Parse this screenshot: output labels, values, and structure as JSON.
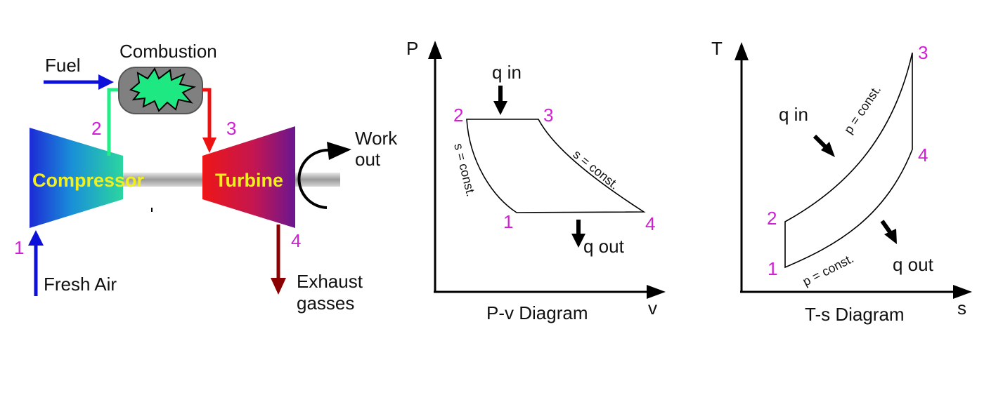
{
  "schematic": {
    "fuel": "Fuel",
    "combustion": "Combustion",
    "compressor": "Compressor",
    "turbine": "Turbine",
    "work_out_line1": "Work",
    "work_out_line2": "out",
    "fresh_air": "Fresh Air",
    "exhaust_line1": "Exhaust",
    "exhaust_line2": "gasses",
    "state_1": "1",
    "state_2": "2",
    "state_3": "3",
    "state_4": "4"
  },
  "pv": {
    "axis_y": "P",
    "axis_x": "v",
    "title": "P-v Diagram",
    "q_in": "q in",
    "q_out": "q out",
    "isentropic_left": "s = const.",
    "isentropic_right": "s = const.",
    "state_1": "1",
    "state_2": "2",
    "state_3": "3",
    "state_4": "4"
  },
  "ts": {
    "axis_y": "T",
    "axis_x": "s",
    "title": "T-s Diagram",
    "q_in": "q in",
    "q_out": "q out",
    "isobar_upper": "p = const.",
    "isobar_lower": "p = const.",
    "state_1": "1",
    "state_2": "2",
    "state_3": "3",
    "state_4": "4"
  },
  "colors": {
    "state_label": "#d21fd6",
    "fuel_arrow": "#0d10d8",
    "hot_arrow": "#ee1111",
    "exhaust_arrow": "#8b0000",
    "compressor_air": "#22ee88",
    "combustion_flame": "#1ee882"
  }
}
